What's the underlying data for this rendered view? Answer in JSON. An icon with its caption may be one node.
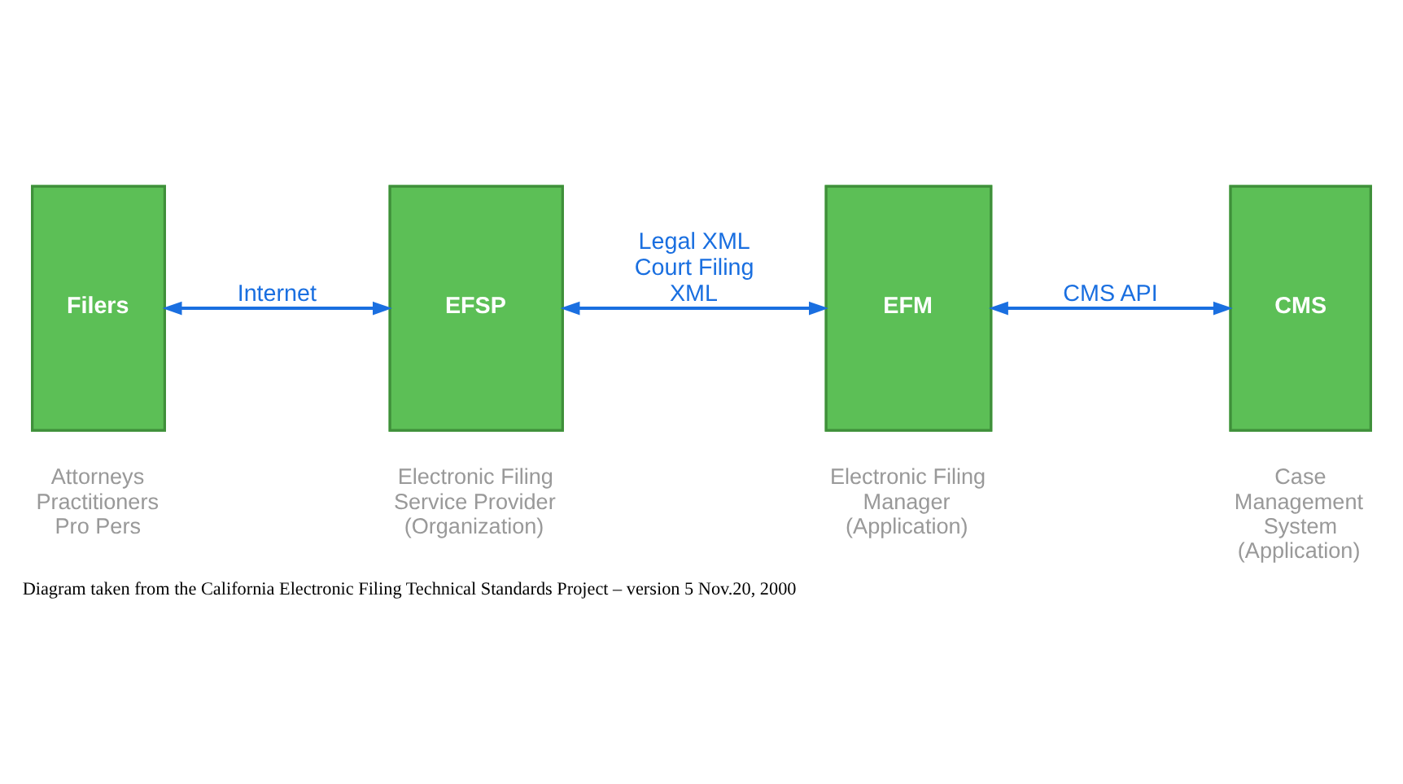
{
  "diagram": {
    "caption": "Diagram taken from the California Electronic Filing Technical Standards Project – version 5 Nov.20, 2000",
    "nodes": [
      {
        "text": [
          "Filers"
        ],
        "beside": [
          "Attorneys Practitioners Pro Pers"
        ]
      },
      {
        "text": [
          "EFSP"
        ],
        "beside": [
          "Electronic Filing Service Provider (Organization)"
        ]
      },
      {
        "text": [
          "EFM"
        ],
        "beside": [
          "Electronic Filing Manager (Application)"
        ]
      },
      {
        "text": [
          "CMS"
        ],
        "beside": [
          "Case Management System (Application)"
        ]
      }
    ],
    "edges": [
      {
        "from": 0,
        "to": 1,
        "arrow": "both",
        "label": "Internet"
      },
      {
        "from": 1,
        "to": 2,
        "arrow": "both",
        "label": "Legal XML Court Filing XML"
      },
      {
        "from": 2,
        "to": 3,
        "arrow": "both",
        "label": "CMS API"
      }
    ]
  }
}
